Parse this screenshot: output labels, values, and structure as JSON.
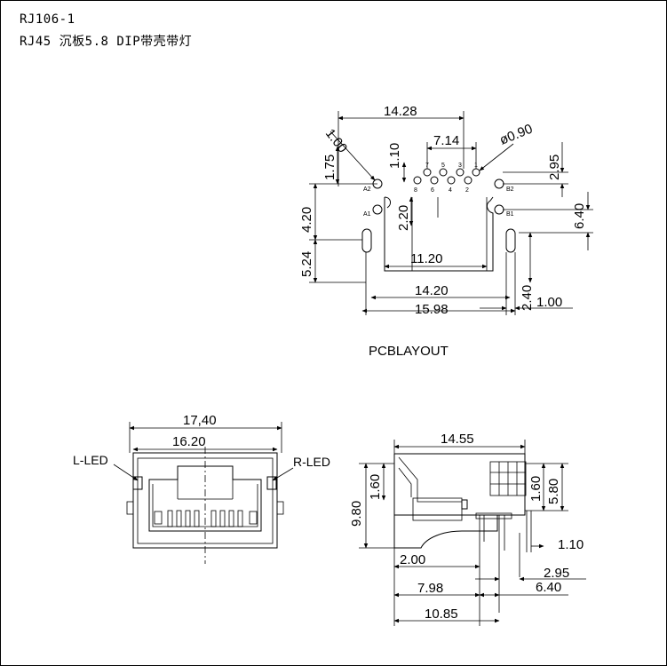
{
  "header": {
    "part_number": "RJ106-1",
    "description": "RJ45 沉板5.8 DIP带壳带灯"
  },
  "pcb_layout": {
    "caption": "PCBLAYOUT",
    "dimensions": {
      "top_width": "14.28",
      "pin_pitch_span": "7.14",
      "pin_hole": "ø0.90",
      "angled_label": "1.00",
      "left_upper": "1.75",
      "row_offset": "1.10",
      "right_upper": "2.95",
      "left_mid": "4.20",
      "inner_height": "2.20",
      "right_mid": "6.40",
      "left_lower": "5.24",
      "inner_width": "11.20",
      "peg_offset": "2.40",
      "width_a": "14.20",
      "peg_width": "1.00",
      "width_b": "15.98"
    },
    "pins_top": [
      "7",
      "5",
      "3",
      "1"
    ],
    "pins_bottom": [
      "8",
      "6",
      "4",
      "2"
    ],
    "led_pins": [
      "A2",
      "A1",
      "B2",
      "B1"
    ]
  },
  "front_view": {
    "width_outer": "17,40",
    "width_inner": "16.20",
    "left_led": "L-LED",
    "right_led": "R-LED"
  },
  "side_view": {
    "depth": "14.55",
    "height": "9.80",
    "top_offset_left": "1.60",
    "top_offset_right": "1.60",
    "above_board": "5.80",
    "pin_offset": "1.10",
    "dim_200": "2.00",
    "dim_295": "2.95",
    "dim_798": "7.98",
    "dim_640": "6.40",
    "dim_1085": "10.85"
  }
}
